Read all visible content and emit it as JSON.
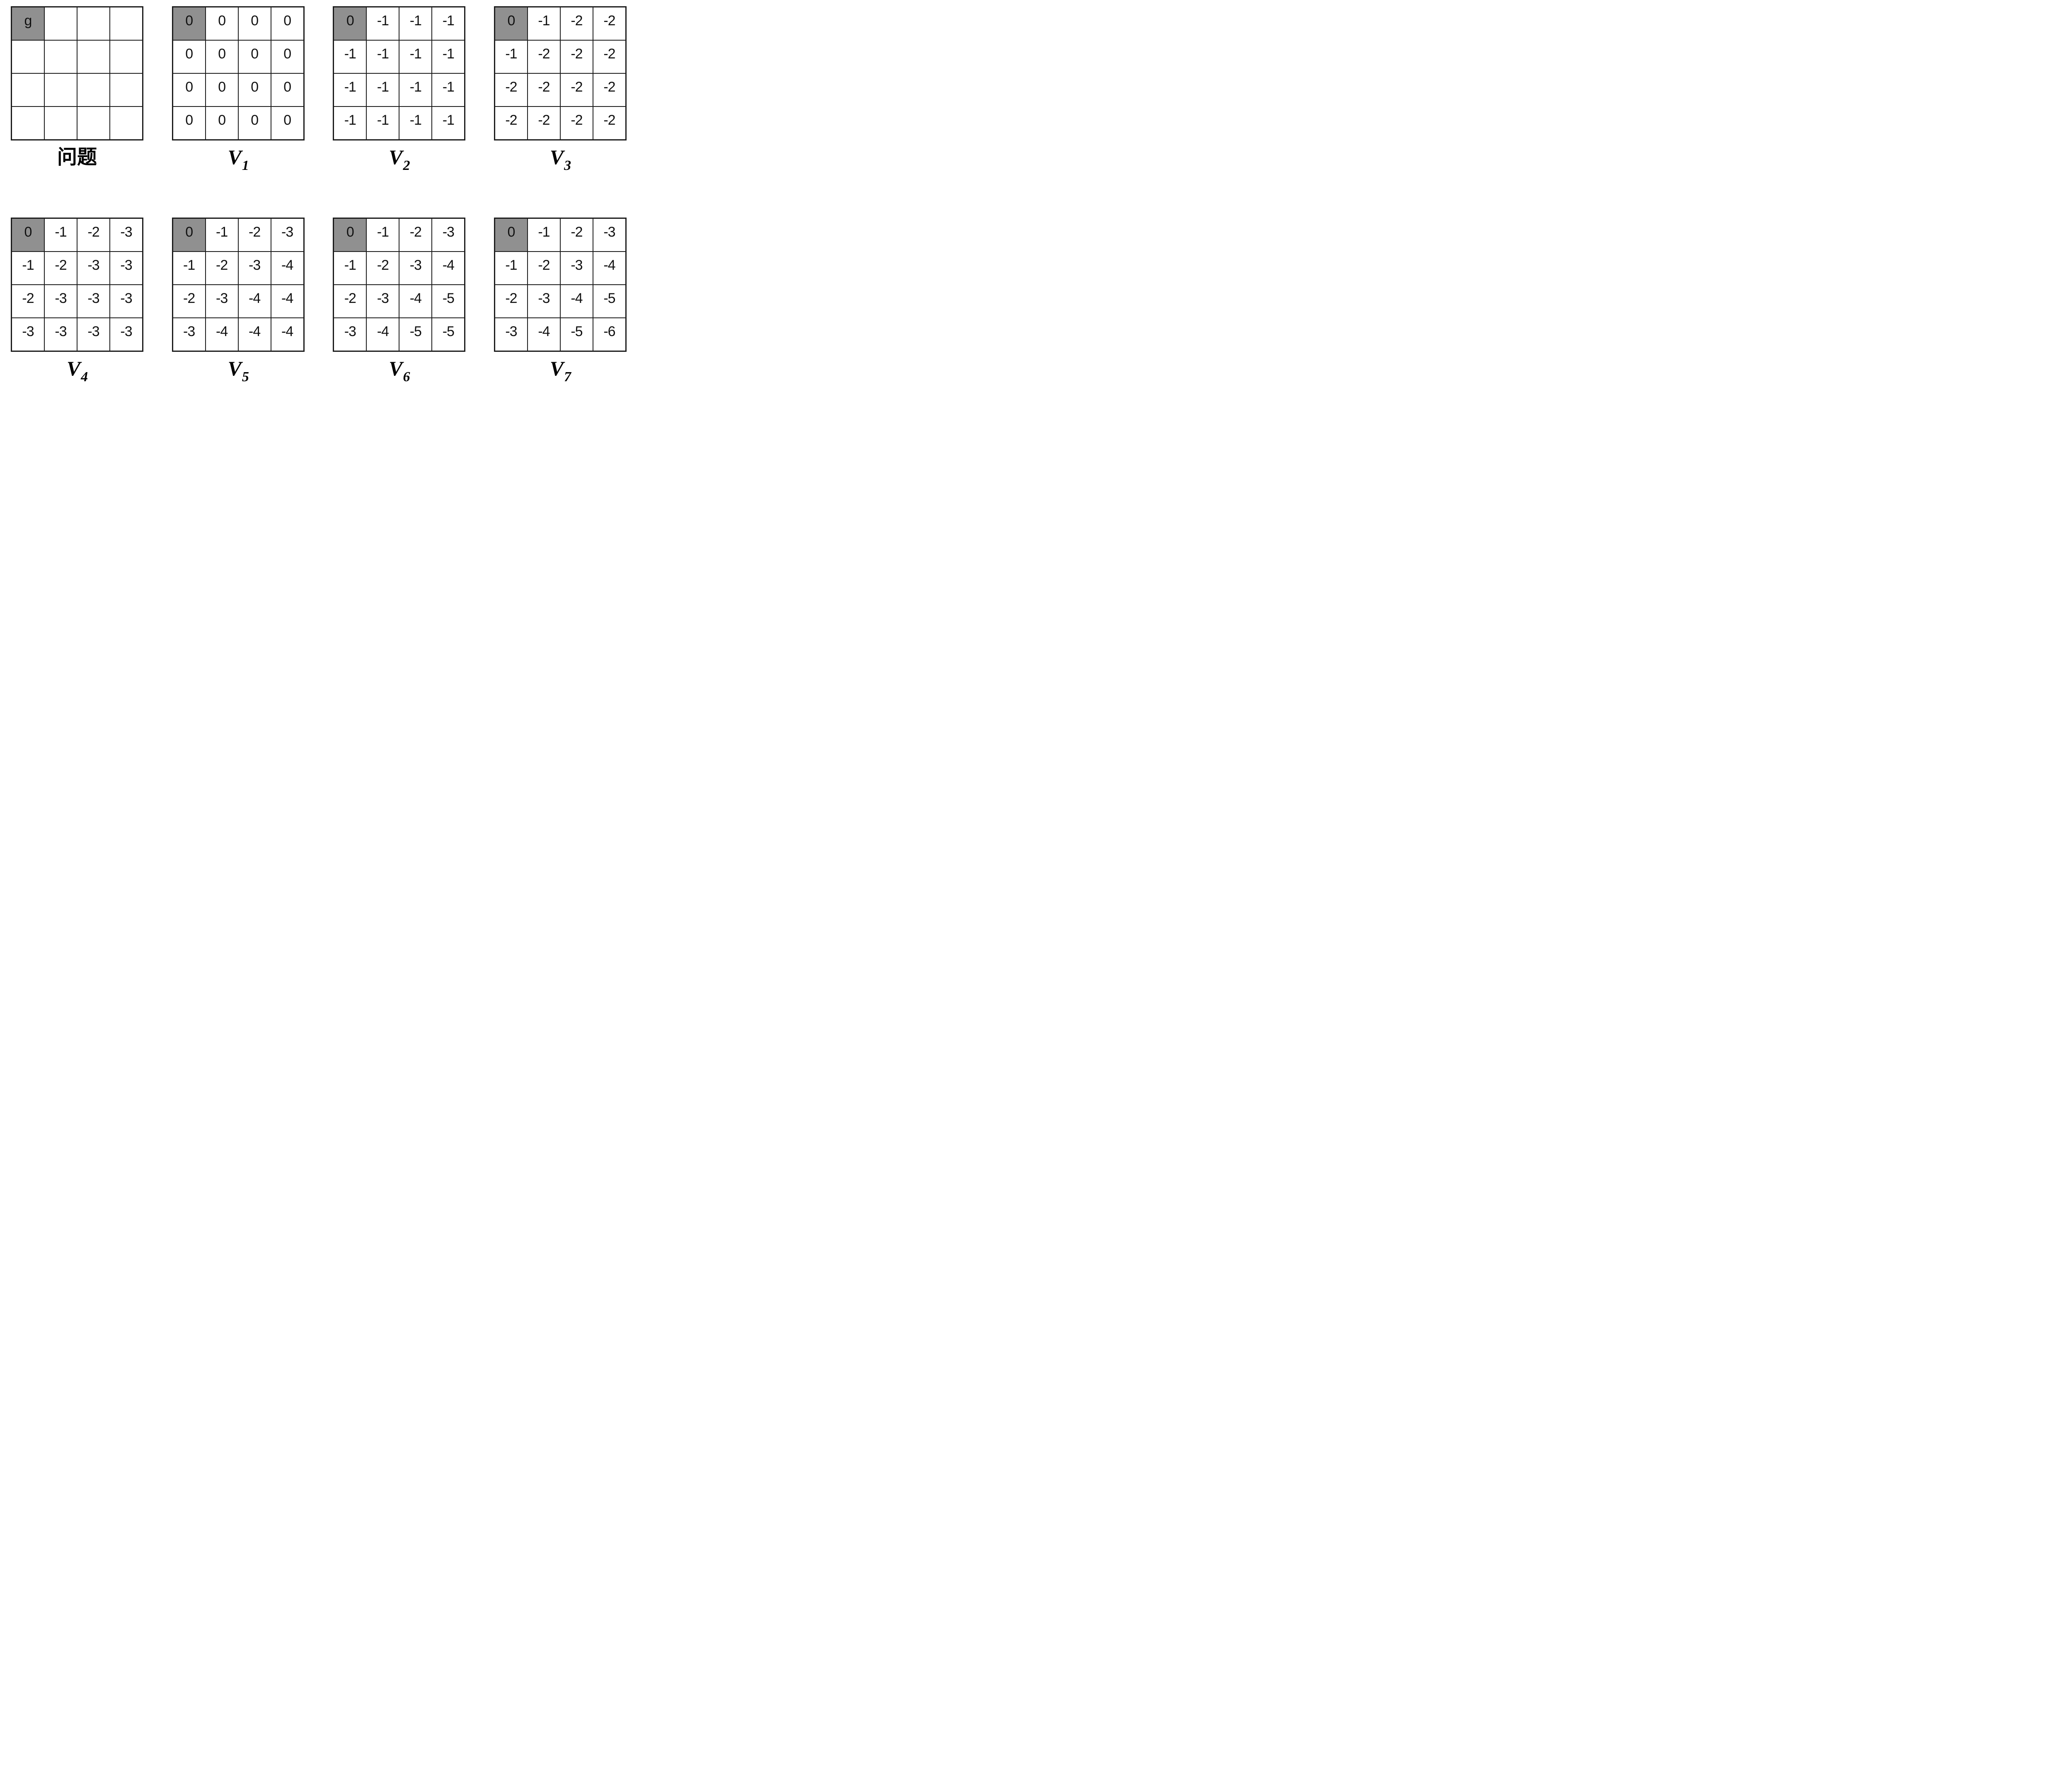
{
  "figure": {
    "shade_color": "#909090",
    "line_color": "#1b1b1b",
    "text_color": "#111111",
    "grids": [
      {
        "label_main": "问题",
        "label_sub": "",
        "shaded_cell": {
          "row": 0,
          "col": 0
        },
        "cells": [
          [
            "g",
            "",
            "",
            ""
          ],
          [
            "",
            "",
            "",
            ""
          ],
          [
            "",
            "",
            "",
            ""
          ],
          [
            "",
            "",
            "",
            ""
          ]
        ]
      },
      {
        "label_main": "V",
        "label_sub": "1",
        "shaded_cell": {
          "row": 0,
          "col": 0
        },
        "cells": [
          [
            0,
            0,
            0,
            0
          ],
          [
            0,
            0,
            0,
            0
          ],
          [
            0,
            0,
            0,
            0
          ],
          [
            0,
            0,
            0,
            0
          ]
        ]
      },
      {
        "label_main": "V",
        "label_sub": "2",
        "shaded_cell": {
          "row": 0,
          "col": 0
        },
        "cells": [
          [
            0,
            -1,
            -1,
            -1
          ],
          [
            -1,
            -1,
            -1,
            -1
          ],
          [
            -1,
            -1,
            -1,
            -1
          ],
          [
            -1,
            -1,
            -1,
            -1
          ]
        ]
      },
      {
        "label_main": "V",
        "label_sub": "3",
        "shaded_cell": {
          "row": 0,
          "col": 0
        },
        "cells": [
          [
            0,
            -1,
            -2,
            -2
          ],
          [
            -1,
            -2,
            -2,
            -2
          ],
          [
            -2,
            -2,
            -2,
            -2
          ],
          [
            -2,
            -2,
            -2,
            -2
          ]
        ]
      },
      {
        "label_main": "V",
        "label_sub": "4",
        "shaded_cell": {
          "row": 0,
          "col": 0
        },
        "cells": [
          [
            0,
            -1,
            -2,
            -3
          ],
          [
            -1,
            -2,
            -3,
            -3
          ],
          [
            -2,
            -3,
            -3,
            -3
          ],
          [
            -3,
            -3,
            -3,
            -3
          ]
        ]
      },
      {
        "label_main": "V",
        "label_sub": "5",
        "shaded_cell": {
          "row": 0,
          "col": 0
        },
        "cells": [
          [
            0,
            -1,
            -2,
            -3
          ],
          [
            -1,
            -2,
            -3,
            -4
          ],
          [
            -2,
            -3,
            -4,
            -4
          ],
          [
            -3,
            -4,
            -4,
            -4
          ]
        ]
      },
      {
        "label_main": "V",
        "label_sub": "6",
        "shaded_cell": {
          "row": 0,
          "col": 0
        },
        "cells": [
          [
            0,
            -1,
            -2,
            -3
          ],
          [
            -1,
            -2,
            -3,
            -4
          ],
          [
            -2,
            -3,
            -4,
            -5
          ],
          [
            -3,
            -4,
            -5,
            -5
          ]
        ]
      },
      {
        "label_main": "V",
        "label_sub": "7",
        "shaded_cell": {
          "row": 0,
          "col": 0
        },
        "cells": [
          [
            0,
            -1,
            -2,
            -3
          ],
          [
            -1,
            -2,
            -3,
            -4
          ],
          [
            -2,
            -3,
            -4,
            -5
          ],
          [
            -3,
            -4,
            -5,
            -6
          ]
        ]
      }
    ]
  }
}
